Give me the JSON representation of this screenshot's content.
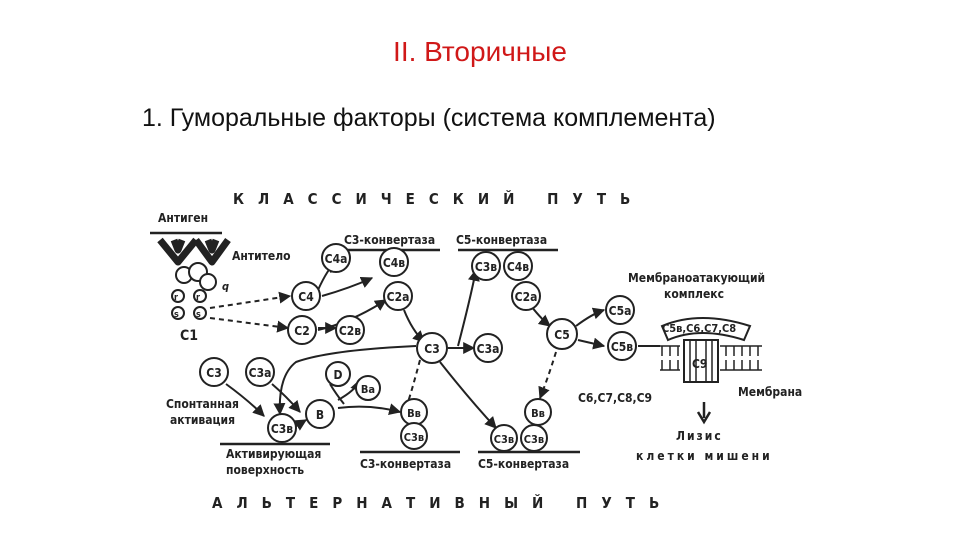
{
  "slide": {
    "title": "II. Вторичные",
    "subtitle": "1. Гуморальные факторы (система комплемента)"
  },
  "diagram": {
    "classical_path": "КЛАССИЧЕСКИЙ ПУТЬ",
    "alternative_path": "АЛЬТЕРНАТИВНЫЙ ПУТЬ",
    "antigen": "Антиген",
    "antibody": "Антитело",
    "c1": "С1",
    "c1_sub": [
      "q",
      "r",
      "r",
      "s",
      "s"
    ],
    "c3_convertase_top": "С3-конвертаза",
    "c5_convertase_top": "С5-конвертаза",
    "c3_convertase_bottom": "С3-конвертаза",
    "c5_convertase_bottom": "С5-конвертаза",
    "mac_line1": "Мембраноатакующий",
    "mac_line2": "комплекс",
    "mac_components": "С5в,С6,С7,С8",
    "c9": "С9",
    "membrane": "Мембрана",
    "c6789": "С6,С7,С8,С9",
    "lysis_line1": "Лизис",
    "lysis_line2": "клетки мишени",
    "spontaneous_line1": "Спонтанная",
    "spontaneous_line2": "активация",
    "activating_line1": "Активирующая",
    "activating_line2": "поверхность",
    "nodes": {
      "c4a": "С4а",
      "c4b": "С4в",
      "c4": "С4",
      "c2a_top": "С2а",
      "c2": "С2",
      "c2b": "С2в",
      "c3b_top": "С3в",
      "c4b_top": "С4в",
      "c2a_right": "С2а",
      "c3": "С3",
      "c3a": "С3а",
      "c5": "С5",
      "c5a": "С5а",
      "c5b": "С5в",
      "c3_left": "С3",
      "c3a_left": "С3а",
      "d": "D",
      "ba": "Ва",
      "b": "В",
      "c3b_act": "С3в",
      "bb1": "Вв",
      "c3b_1": "С3в",
      "bb2": "Вв",
      "c3b_2": "С3в",
      "c3b_3": "С3в"
    }
  }
}
